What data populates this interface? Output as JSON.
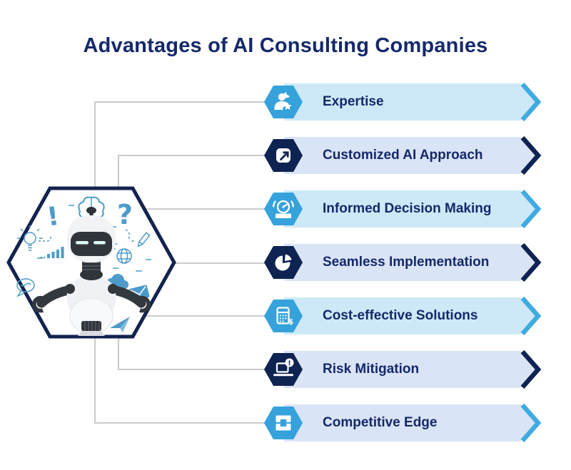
{
  "title": "Advantages of AI Consulting Companies",
  "colors": {
    "title_navy": "#15296B",
    "accent_cyan": "#35A2DC",
    "accent_navy": "#0E2352",
    "band_light_cyan": "#CDE9F8",
    "band_periwinkle": "#DAE4F7",
    "connector_gray": "#CBCBCB",
    "doodle_blue": "#4D9BCB"
  },
  "illustration": {
    "name": "ai-robot-in-hexagon",
    "doodle_icons": [
      "exclamation-mark",
      "brain",
      "question-mark",
      "lightbulb",
      "bar-chart",
      "gear",
      "globe",
      "pencil",
      "cloud",
      "envelope",
      "speech-bubble",
      "paper-plane"
    ]
  },
  "banners": [
    {
      "label": "Expertise",
      "icon": "user-star-icon",
      "accent": "cyan",
      "band": "light_cyan"
    },
    {
      "label": "Customized AI Approach",
      "icon": "arrow-square-icon",
      "accent": "navy",
      "band": "periwinkle"
    },
    {
      "label": "Informed Decision Making",
      "icon": "gauge-icon",
      "accent": "cyan",
      "band": "light_cyan"
    },
    {
      "label": "Seamless Implementation",
      "icon": "pie-chart-icon",
      "accent": "navy",
      "band": "periwinkle"
    },
    {
      "label": "Cost-effective Solutions",
      "icon": "calculator-icon",
      "accent": "cyan",
      "band": "light_cyan"
    },
    {
      "label": "Risk Mitigation",
      "icon": "laptop-alert-icon",
      "accent": "navy",
      "band": "periwinkle"
    },
    {
      "label": "Competitive Edge",
      "icon": "drawer-icon",
      "accent": "cyan",
      "band": "periwinkle"
    }
  ]
}
